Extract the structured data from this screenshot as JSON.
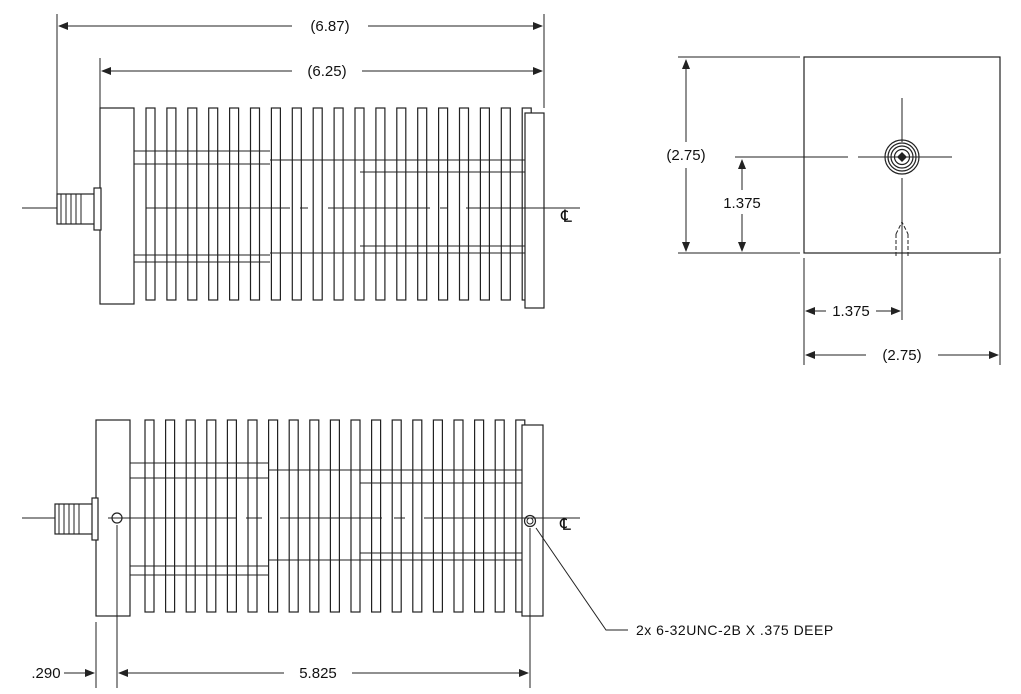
{
  "dimensions": {
    "overall_length": "(6.87)",
    "body_length": "(6.25)",
    "end_height": "(2.75)",
    "center_height": "1.375",
    "center_width": "1.375",
    "end_width": "(2.75)",
    "connector_offset": ".290",
    "hole_spacing": "5.825"
  },
  "annotations": {
    "hole_callout": "2x  6-32UNC-2B  X  .375  DEEP",
    "centerline_top": "℄",
    "centerline_bottom": "℄"
  },
  "colors": {
    "line": "#222222",
    "background": "#ffffff"
  }
}
